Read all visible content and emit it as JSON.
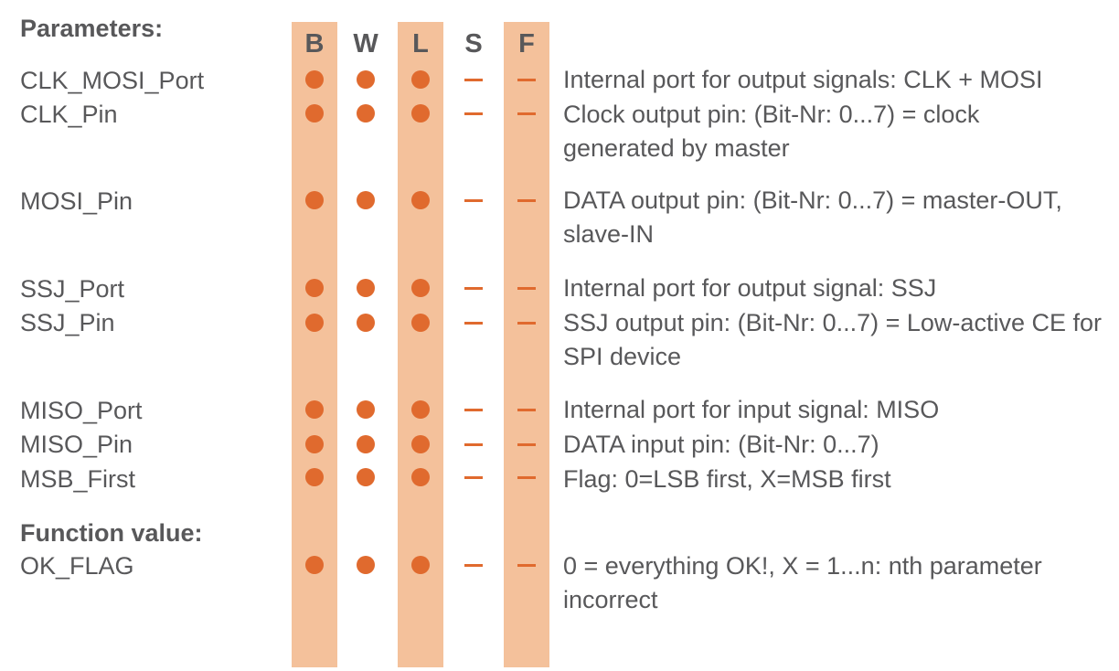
{
  "headings": {
    "parameters": "Parameters:",
    "function_value": "Function value:"
  },
  "columns": [
    "B",
    "W",
    "L",
    "S",
    "F"
  ],
  "rows": [
    {
      "name": "CLK_MOSI_Port",
      "description": "Internal port for output signals:  CLK + MOSI",
      "marks": [
        "dot",
        "dot",
        "dot",
        "dash",
        "dash"
      ]
    },
    {
      "name": "CLK_Pin",
      "description": "Clock output pin: (Bit-Nr: 0...7) = clock generated by master",
      "marks": [
        "dot",
        "dot",
        "dot",
        "dash",
        "dash"
      ]
    },
    {
      "name": "MOSI_Pin",
      "description": "DATA output pin:  (Bit-Nr: 0...7) = master-OUT, slave-IN",
      "marks": [
        "dot",
        "dot",
        "dot",
        "dash",
        "dash"
      ]
    },
    {
      "name": "SSJ_Port",
      "description": "Internal port for output signal: SSJ",
      "marks": [
        "dot",
        "dot",
        "dot",
        "dash",
        "dash"
      ]
    },
    {
      "name": "SSJ_Pin",
      "description": "SSJ output pin:   (Bit-Nr: 0...7) = Low-active CE for SPI device",
      "marks": [
        "dot",
        "dot",
        "dot",
        "dash",
        "dash"
      ]
    },
    {
      "name": "MISO_Port",
      "description": "Internal port for input signal:  MISO",
      "marks": [
        "dot",
        "dot",
        "dot",
        "dash",
        "dash"
      ]
    },
    {
      "name": "MISO_Pin",
      "description": "DATA input pin:   (Bit-Nr: 0...7)",
      "marks": [
        "dot",
        "dot",
        "dot",
        "dash",
        "dash"
      ]
    },
    {
      "name": "MSB_First",
      "description": "Flag: 0=LSB first, X=MSB first",
      "marks": [
        "dot",
        "dot",
        "dot",
        "dash",
        "dash"
      ]
    },
    {
      "name": "OK_FLAG",
      "description": "0 = everything OK!, X = 1...n:  nth parameter incorrect",
      "marks": [
        "dot",
        "dot",
        "dot",
        "dash",
        "dash"
      ]
    }
  ],
  "colors": {
    "band": "#f4c19b",
    "mark": "#e06a2e",
    "text": "#58585a"
  }
}
